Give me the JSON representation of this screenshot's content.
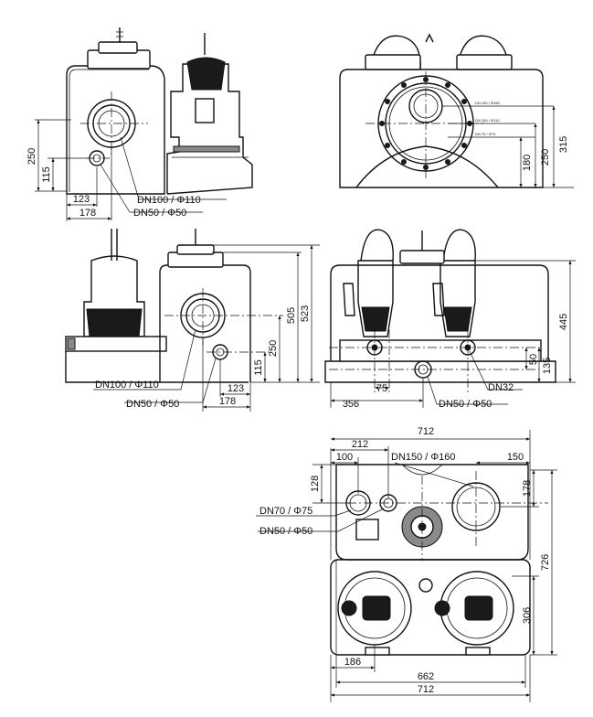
{
  "views": {
    "side_top_left": {
      "dim_250": "250",
      "dim_115": "115",
      "dim_123": "123",
      "dim_178": "178",
      "inlet_large": "DN100 / Φ110",
      "inlet_small": "DN50 / Φ50"
    },
    "front_top_right": {
      "dim_315": "315",
      "dim_250": "250",
      "dim_180": "180",
      "small_label_1": "DN 150 / Φ160",
      "small_label_2": "DN 100 / Φ110",
      "small_label_3": "DN 70 / Φ75"
    },
    "side_mid_left": {
      "dim_505": "505",
      "dim_523": "523",
      "dim_250": "250",
      "dim_115": "115",
      "dim_123": "123",
      "dim_178": "178",
      "inlet_large": "DN100 / Φ110",
      "inlet_small": "DN50 / Φ50"
    },
    "front_mid_right": {
      "dim_445": "445",
      "dim_50": "50",
      "dim_135": "135",
      "dim_75": "75",
      "dim_356": "356",
      "outlet_pump": "DN32",
      "inlet_small": "DN50 / Φ50"
    },
    "top_plan": {
      "dim_712_top": "712",
      "dim_212": "212",
      "dim_100": "100",
      "dim_150": "150",
      "dim_128": "128",
      "dim_178": "178",
      "dim_726": "726",
      "dim_306": "306",
      "dim_186": "186",
      "dim_662": "662",
      "dim_712_bottom": "712",
      "inlet_large": "DN150 / Φ160",
      "inlet_mid": "DN70 / Φ75",
      "inlet_small": "DN50 / Φ50"
    }
  }
}
